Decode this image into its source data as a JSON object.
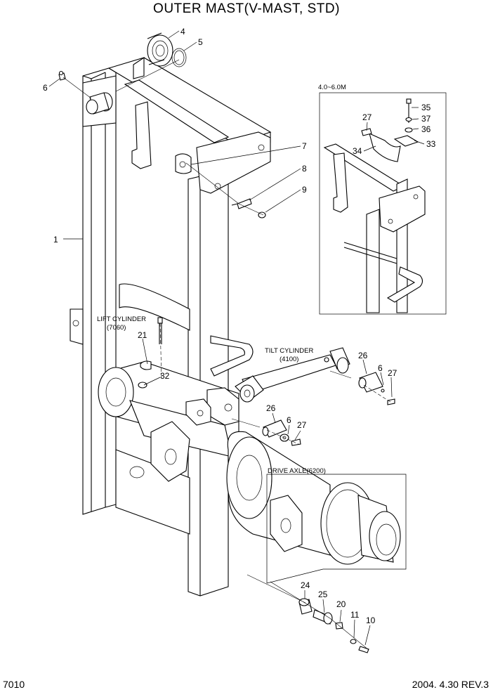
{
  "title": "OUTER MAST(V-MAST, STD)",
  "page_number": "7010",
  "revision": "2004. 4.30 REV.3",
  "inset_label": "4.0~6.0M",
  "notes": {
    "lift_cylinder": "LIFT CYLINDER",
    "lift_cylinder_ref": "(7060)",
    "tilt_cylinder": "TILT CYLINDER",
    "tilt_cylinder_ref": "(4100)",
    "drive_axle": "DRIVE AXLE(6200)"
  },
  "callouts": {
    "c1": "1",
    "c4": "4",
    "c5": "5",
    "c6a": "6",
    "c7": "7",
    "c8": "8",
    "c9": "9",
    "c21": "21",
    "c32": "32",
    "c26a": "26",
    "c6b": "6",
    "c27a": "27",
    "c26b": "26",
    "c6c": "6",
    "c27b": "27",
    "c24": "24",
    "c25": "25",
    "c20": "20",
    "c11": "11",
    "c10": "10",
    "c35": "35",
    "c37": "37",
    "c36": "36",
    "c33": "33",
    "c27c": "27",
    "c34": "34"
  }
}
